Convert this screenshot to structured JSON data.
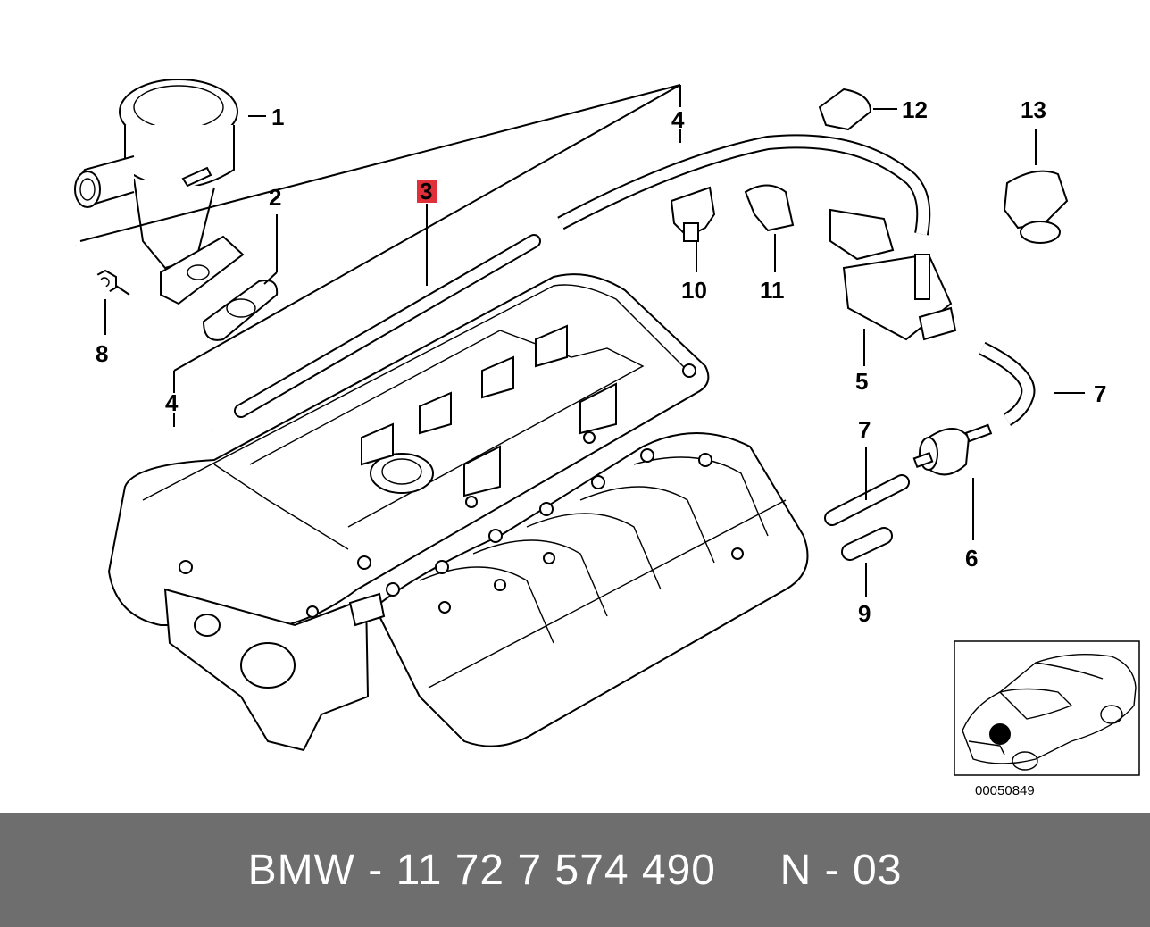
{
  "diagram": {
    "callouts": [
      {
        "id": "1",
        "text": "1"
      },
      {
        "id": "2",
        "text": "2"
      },
      {
        "id": "3",
        "text": "3",
        "highlighted": true
      },
      {
        "id": "4a",
        "text": "4"
      },
      {
        "id": "4b",
        "text": "4"
      },
      {
        "id": "5",
        "text": "5"
      },
      {
        "id": "6",
        "text": "6"
      },
      {
        "id": "7a",
        "text": "7"
      },
      {
        "id": "7b",
        "text": "7"
      },
      {
        "id": "8",
        "text": "8"
      },
      {
        "id": "9",
        "text": "9"
      },
      {
        "id": "10",
        "text": "10"
      },
      {
        "id": "11",
        "text": "11"
      },
      {
        "id": "12",
        "text": "12"
      },
      {
        "id": "13",
        "text": "13"
      }
    ],
    "highlight_color": "#e0303a",
    "inset": {
      "code": "00050849"
    }
  },
  "footer": {
    "text": "BMW - 11 72 7 574 490     N - 03",
    "background": "#6e6e6e"
  }
}
